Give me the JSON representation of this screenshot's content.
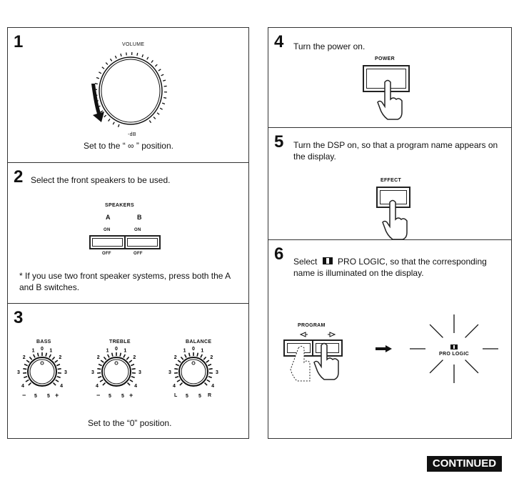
{
  "steps": [
    {
      "number": "1",
      "dial_label": "VOLUME",
      "dial_unit": "-dB",
      "infinity_mark": "∞",
      "text": "Set to the “ ∞ ” position."
    },
    {
      "number": "2",
      "text": "Select the front speakers to be used.",
      "speakers_label": "SPEAKERS",
      "a_label": "A",
      "b_label": "B",
      "on_label": "ON",
      "off_label": "OFF",
      "note": "*  If you use two front speaker systems, press both the A and B switches."
    },
    {
      "number": "3",
      "knobs": [
        {
          "label": "BASS",
          "left_end": "−",
          "right_end": "+"
        },
        {
          "label": "TREBLE",
          "left_end": "−",
          "right_end": "+"
        },
        {
          "label": "BALANCE",
          "left_end": "L",
          "right_end": "R"
        }
      ],
      "scale": [
        "0",
        "1",
        "2",
        "3",
        "4",
        "5"
      ],
      "text": "Set to the “0” position."
    },
    {
      "number": "4",
      "text": "Turn the power on.",
      "button_label": "POWER"
    },
    {
      "number": "5",
      "text": "Turn the DSP on, so that a program name appears on the display.",
      "button_label": "EFFECT"
    },
    {
      "number": "6",
      "text_before": "Select",
      "text_after": "PRO LOGIC, so that the corresponding name is illuminated on the display.",
      "button_label": "PROGRAM",
      "display_text": "PRO LOGIC"
    }
  ],
  "continued": "CONTINUED"
}
